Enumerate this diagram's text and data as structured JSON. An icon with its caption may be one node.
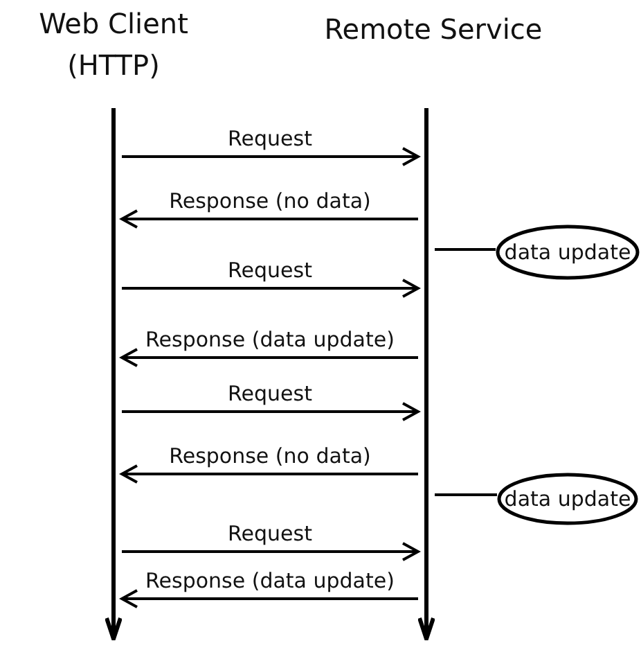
{
  "diagram": {
    "nodes": [
      {
        "text": [
          "Web Client (HTTP)"
        ]
      },
      {
        "text": [
          "Remote Service"
        ]
      },
      {
        "text": [
          "data update"
        ]
      },
      {
        "text": [
          "data update"
        ]
      }
    ],
    "edges": [
      {
        "from": 0,
        "to": 1,
        "arrow": "to",
        "label": "Request"
      },
      {
        "from": 1,
        "to": 0,
        "arrow": "to",
        "label": "Response (no data)"
      },
      {
        "from": 1,
        "to": 2,
        "arrow": "none"
      },
      {
        "from": 0,
        "to": 1,
        "arrow": "to",
        "label": "Request"
      },
      {
        "from": 1,
        "to": 0,
        "arrow": "to",
        "label": "Response (data update)"
      },
      {
        "from": 0,
        "to": 1,
        "arrow": "to",
        "label": "Request"
      },
      {
        "from": 1,
        "to": 0,
        "arrow": "to",
        "label": "Response (no data)"
      },
      {
        "from": 1,
        "to": 3,
        "arrow": "none"
      },
      {
        "from": 0,
        "to": 1,
        "arrow": "to",
        "label": "Request"
      },
      {
        "from": 1,
        "to": 0,
        "arrow": "to",
        "label": "Response (data update)"
      }
    ]
  }
}
